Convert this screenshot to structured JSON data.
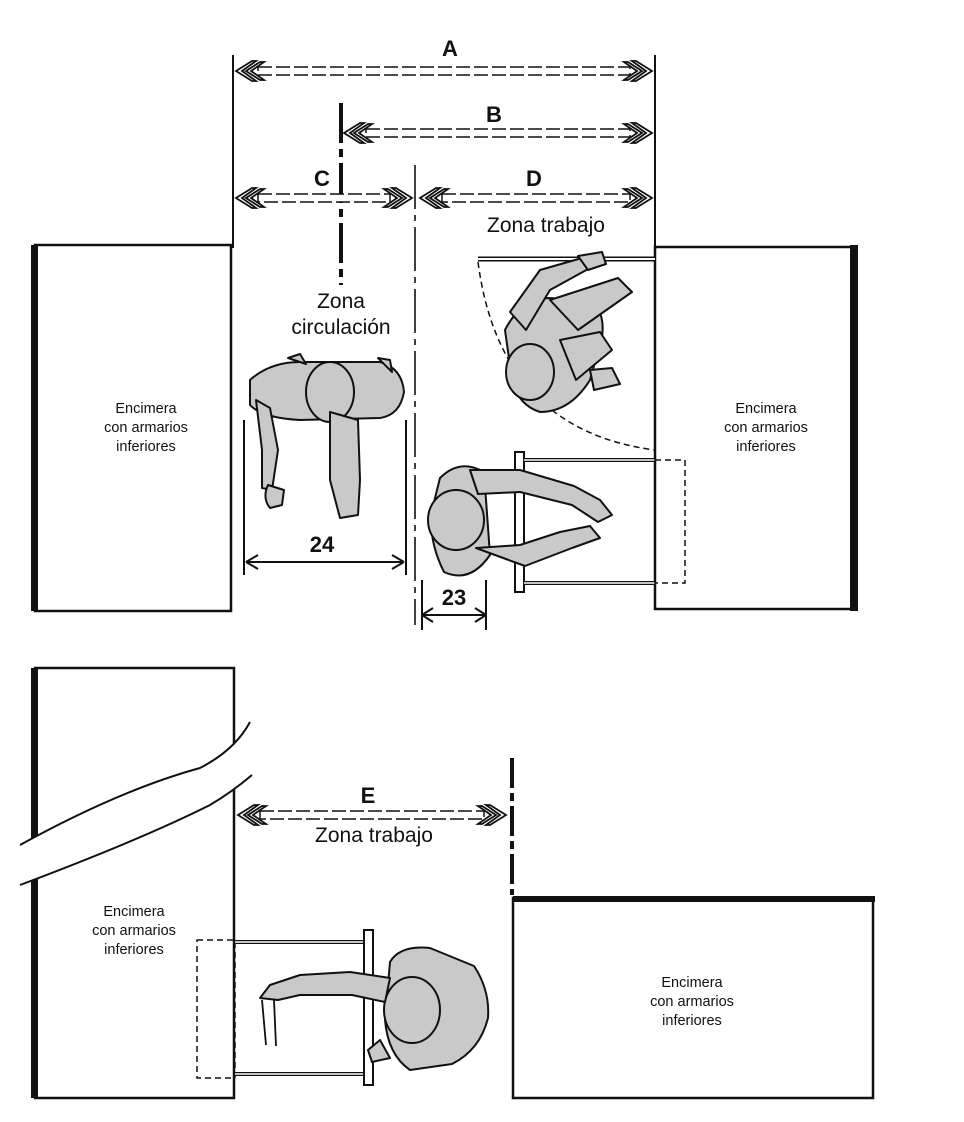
{
  "dimensions": {
    "A": "A",
    "B": "B",
    "C": "C",
    "D": "D",
    "E": "E",
    "d24": "24",
    "d23": "23"
  },
  "zones": {
    "work_top": "Zona trabajo",
    "circulation_line1": "Zona",
    "circulation_line2": "circulación",
    "work_bottom": "Zona trabajo"
  },
  "counters": {
    "line1": "Encimera",
    "line2": "con armarios",
    "line3": "inferiores"
  }
}
